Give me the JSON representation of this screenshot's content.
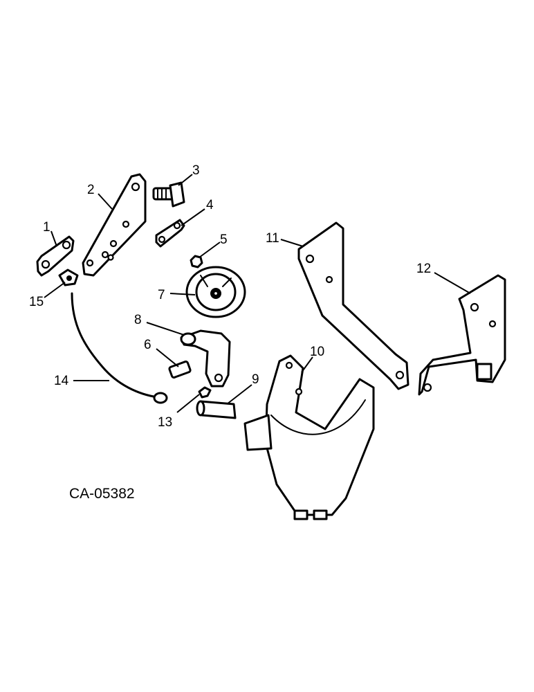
{
  "diagram_code": "CA-05382",
  "callouts": {
    "c1": "1",
    "c2": "2",
    "c3": "3",
    "c4": "4",
    "c5": "5",
    "c6": "6",
    "c7": "7",
    "c8": "8",
    "c9": "9",
    "c10": "10",
    "c11": "11",
    "c12": "12",
    "c13": "13",
    "c14": "14",
    "c15": "15"
  }
}
